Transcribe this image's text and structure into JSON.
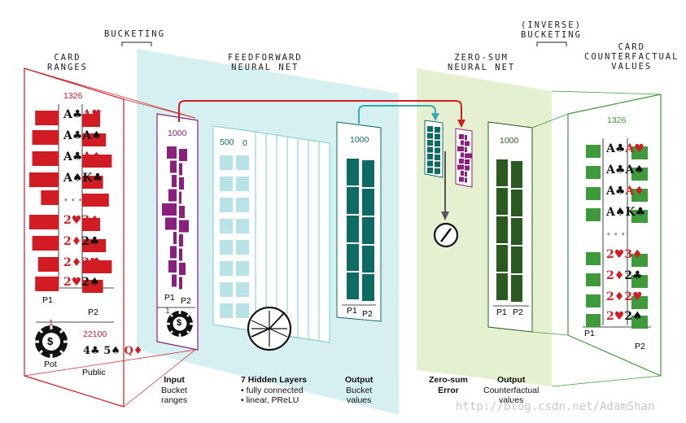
{
  "labels": {
    "card_ranges": [
      "CARD",
      "RANGES"
    ],
    "bucketing": "BUCKETING",
    "ffnn": [
      "FEEDFORWARD",
      "NEURAL NET"
    ],
    "zero_sum_nn": [
      "ZERO-SUM",
      "NEURAL NET"
    ],
    "inverse_bucketing": [
      "(INVERSE)",
      "BUCKETING"
    ],
    "card_cf_values": [
      "CARD",
      "COUNTERFACTUAL",
      "VALUES"
    ]
  },
  "numbers": {
    "card_range_count": "1326",
    "bucket_count": "1000",
    "hidden_width": "500",
    "hidden_layer_fragment": "0",
    "output_bucket_count": "1000",
    "zs_output_count": "1000",
    "cf_card_count": "1326",
    "pot_value": "1",
    "public_value": "22100"
  },
  "players": {
    "p1": "P1",
    "p2": "P2"
  },
  "chips": {
    "pot": "Pot",
    "public": "Public",
    "dollar": "$"
  },
  "cards": {
    "left": [
      {
        "a": "A♣",
        "b": "A♥"
      },
      {
        "a": "A♣",
        "b": "A♠"
      },
      {
        "a": "A♣",
        "b": "A♦"
      },
      {
        "a": "A♠",
        "b": "K♣"
      },
      {
        "a": "2♥",
        "b": "3♦"
      },
      {
        "a": "2♦",
        "b": "2♣"
      },
      {
        "a": "2♦",
        "b": "2♥"
      },
      {
        "a": "2♥",
        "b": "2♠"
      }
    ],
    "right": [
      {
        "a": "A♣",
        "b": "A♥"
      },
      {
        "a": "A♣",
        "b": "A♠"
      },
      {
        "a": "A♣",
        "b": "A♦"
      },
      {
        "a": "A♠",
        "b": "K♣"
      },
      {
        "a": "2♥",
        "b": "3♦"
      },
      {
        "a": "2♦",
        "b": "2♣"
      },
      {
        "a": "2♦",
        "b": "2♥"
      },
      {
        "a": "2♥",
        "b": "2♠"
      }
    ],
    "ellipsis": "• • •",
    "public": [
      "4♣",
      "5♠",
      "Q♦"
    ]
  },
  "captions": {
    "input": {
      "bold": "Input",
      "lines": [
        "Bucket",
        "ranges"
      ]
    },
    "hidden": {
      "bold": "7 Hidden Layers",
      "lines": [
        "• fully connected",
        "• linear, PReLU"
      ]
    },
    "output": {
      "bold": "Output",
      "lines": [
        "Bucket",
        "values"
      ]
    },
    "zs_error": {
      "bold": "Zero-sum",
      "lines": [
        "Error"
      ]
    },
    "cf_output": {
      "bold": "Output",
      "lines": [
        "Counterfactual",
        "values"
      ]
    }
  },
  "watermark": "http://blog.csdn.net/AdamShan",
  "colors": {
    "red": "#d01c22",
    "purple": "#8a1f7e",
    "teal": "#0e6b63",
    "teal_light": "#b8e3e6",
    "green": "#3e9a3a",
    "green_dark": "#2a5a22",
    "green_bg": "#e4efcf",
    "arrow_teal": "#3aa9b5"
  }
}
